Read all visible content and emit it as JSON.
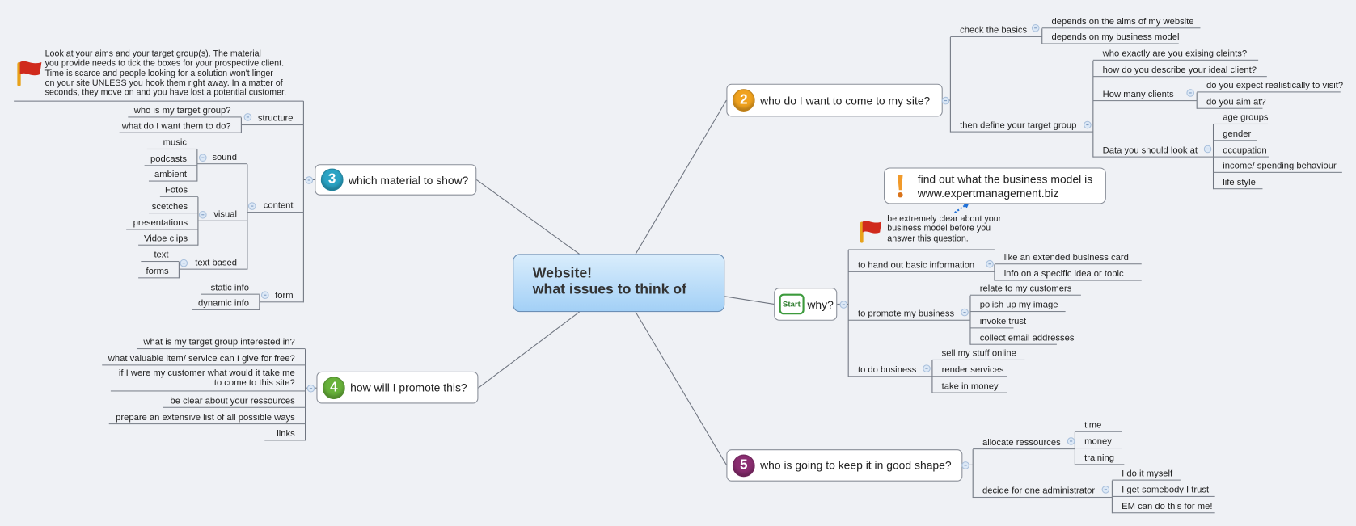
{
  "central": {
    "title_line1": "Website!",
    "title_line2": "what issues to think of"
  },
  "who": {
    "label": "who do I want to come to my site?",
    "badge": "2",
    "badge_color": "#f0a21e",
    "check_basics": {
      "label": "check the basics",
      "items": [
        "depends on the aims of my website",
        "depends on my business model"
      ]
    },
    "target_group": {
      "label": "then define your target group",
      "items": [
        "who exactly are you exising cleints?",
        "how do you describe your ideal client?"
      ],
      "how_many": {
        "label": "How many clients",
        "items": [
          "do you expect realistically to visit?",
          "do you aim at?"
        ]
      },
      "data": {
        "label": "Data you should look at",
        "items": [
          "age groups",
          "gender",
          "occupation",
          " income/ spending behaviour",
          "life style"
        ]
      }
    }
  },
  "note": {
    "icon": "exclamation-icon",
    "line1": "find out what the business model is",
    "line2": "www.expertmanagement.biz"
  },
  "why": {
    "badge": "Start",
    "badge_color": "#3c9a3c",
    "label": "why?",
    "flag_note": "be extremely clear about your\nbusiness model before you\nanswer this question.",
    "basic_info": {
      "label": "to hand out basic information",
      "items": [
        "like an extended business card",
        "info on a specific idea or topic"
      ]
    },
    "promote": {
      "label": "to promote my business",
      "items": [
        "relate to my customers",
        "polish up my image",
        "invoke trust",
        "collect email addresses"
      ]
    },
    "business": {
      "label": "to do business",
      "items": [
        "sell my stuff online",
        "render services",
        "take in money"
      ]
    }
  },
  "keep": {
    "label": "who is going to keep it in good shape?",
    "badge": "5",
    "badge_color": "#8a2d70",
    "allocate": {
      "label": "allocate ressources",
      "items": [
        "time",
        "money",
        "training"
      ]
    },
    "admin": {
      "label": "decide for one administrator",
      "items": [
        "I do it myself",
        "I get somebody I trust",
        "EM can do this for me!"
      ]
    }
  },
  "material": {
    "label": "which material to show?",
    "badge": "3",
    "badge_color": "#2aa3c4",
    "flag_note": "Look at your aims and your target group(s). The material\nyou provide needs to tick the boxes for your prospective client.\nTime is scarce and people looking for a solution won't linger\non your site UNLESS you hook them right away. In a matter of\nseconds, they move on and you have lost a potential customer.",
    "structure": {
      "label": "structure",
      "items": [
        "who is my target group?",
        "what do I want them to do?"
      ]
    },
    "content": {
      "label": "content",
      "sound": {
        "label": "sound",
        "items": [
          "music",
          "podcasts",
          "ambient"
        ]
      },
      "visual": {
        "label": "visual",
        "items": [
          "Fotos",
          "scetches",
          "presentations",
          "Vidoe clips"
        ]
      },
      "text_based": {
        "label": "text based",
        "items": [
          "text",
          "forms"
        ]
      }
    },
    "form": {
      "label": "form",
      "items": [
        "static info",
        "dynamic info"
      ]
    }
  },
  "promote": {
    "label": "how will I promote this?",
    "badge": "4",
    "badge_color": "#67b13a",
    "items": [
      "what is my target group interested in?",
      "what valuable item/ service can I give for free?",
      "if I were my customer what would it take me\nto come to this site?",
      "be clear about your ressources",
      "prepare an extensive list of all possible ways",
      "links"
    ]
  }
}
